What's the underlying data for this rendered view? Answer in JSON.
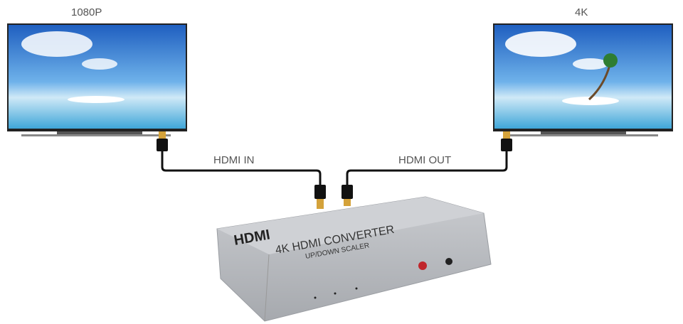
{
  "left_tv": {
    "label": "1080P"
  },
  "right_tv": {
    "label": "4K"
  },
  "cables": {
    "in_label": "HDMI IN",
    "out_label": "HDMI OUT"
  },
  "device": {
    "logo": "HDMI",
    "title": "4K HDMI CONVERTER",
    "subtitle": "UP/DOWN SCALER"
  }
}
